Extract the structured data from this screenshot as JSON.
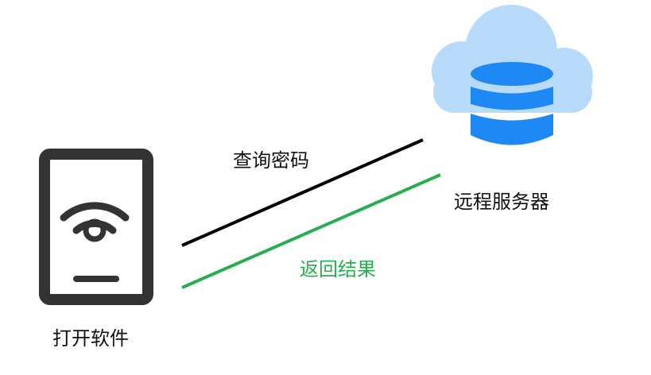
{
  "labels": {
    "query_password": "查询密码",
    "remote_server": "远程服务器",
    "return_result": "返回结果",
    "open_software": "打开软件"
  },
  "colors": {
    "device": "#333333",
    "cloud": "#b9dbfb",
    "database": "#1e88f5",
    "request_line": "#000000",
    "response_line": "#2aad4e",
    "text": "#111111"
  },
  "icons": {
    "device": "tablet-wifi-icon",
    "server": "cloud-database-icon"
  }
}
